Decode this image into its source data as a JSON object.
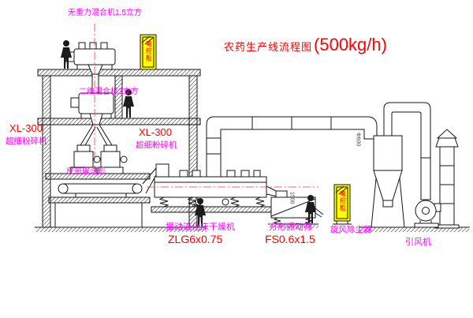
{
  "title": {
    "name": "农药生产线流程图",
    "capacity": "(500kg/h)"
  },
  "labels": {
    "mixer_top": "无重力混合机1.5立方",
    "mixer_mid": "二维混合机3立方",
    "mill_left_model": "XL-300",
    "mill_left_name": "超细粉碎机",
    "mill_mid_model": "XL-300",
    "mill_mid_name": "超细粉碎机",
    "belt_conveyor": "皮带输送机",
    "dryer_name": "振动流化床干燥机",
    "dryer_model": "ZLG6x0.75",
    "sieve_name": "方形振动筛",
    "sieve_model": "FS0.6x1.5",
    "cyclone_name": "旋风除尘器",
    "fan_name": "引风机",
    "cabinet_top": "电控柜",
    "cabinet_right": "电控柜"
  },
  "dimensions": {
    "duct_diameter": "Φ600",
    "sieve_feed_height": "1500"
  },
  "colors": {
    "label_magenta": "#ff00ff",
    "label_red": "#ff0000",
    "cabinet_yellow": "#ffff00",
    "line": "#111111"
  }
}
